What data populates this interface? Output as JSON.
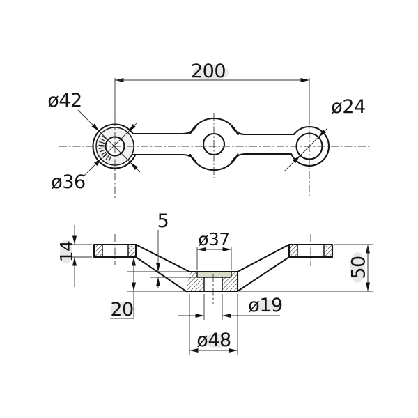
{
  "drawing": {
    "colors": {
      "line": "#151515",
      "seat": "#dbdbc9",
      "paper": "#ffffff",
      "halo": "#cfcfcf"
    },
    "top_view": {
      "center_distance": "200",
      "left_outer_dia": "ø42",
      "left_inner_dia": "ø36",
      "right_hole_dia": "ø24"
    },
    "section_view": {
      "recess_depth": "5",
      "recess_dia": "ø37",
      "flange_height": "14",
      "total_height": "50",
      "base_offset": "20",
      "center_hole_dia": "ø19",
      "boss_dia": "ø48"
    }
  }
}
